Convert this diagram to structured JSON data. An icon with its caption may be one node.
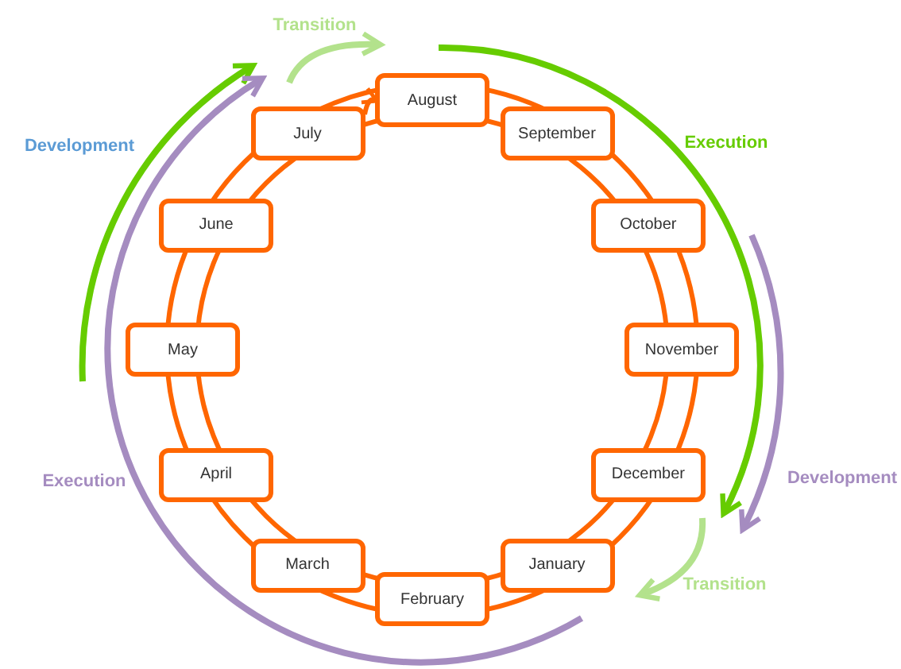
{
  "diagram": {
    "nodes": [
      {
        "text": [
          "August"
        ]
      },
      {
        "text": [
          "September"
        ]
      },
      {
        "text": [
          "October"
        ]
      },
      {
        "text": [
          "November"
        ]
      },
      {
        "text": [
          "December"
        ]
      },
      {
        "text": [
          "January"
        ]
      },
      {
        "text": [
          "February"
        ]
      },
      {
        "text": [
          "March"
        ]
      },
      {
        "text": [
          "April"
        ]
      },
      {
        "text": [
          "May"
        ]
      },
      {
        "text": [
          "June"
        ]
      },
      {
        "text": [
          "July"
        ]
      }
    ],
    "edges": [
      {
        "from": 11,
        "to": 0,
        "arrow": "to"
      }
    ],
    "labels": [
      "Transition",
      "Development",
      "Execution",
      "Execution",
      "Development",
      "Transition"
    ]
  }
}
